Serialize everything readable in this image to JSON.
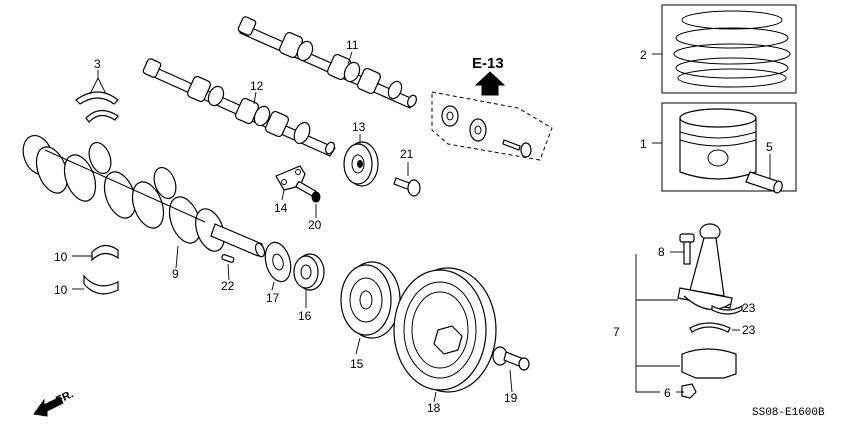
{
  "reference_label": "E-13",
  "direction_label": "FR.",
  "diagram_code": "SS08-E1600B",
  "callouts": [
    "1",
    "2",
    "3",
    "5",
    "6",
    "7",
    "8",
    "9",
    "10",
    "10",
    "11",
    "12",
    "13",
    "14",
    "15",
    "16",
    "17",
    "18",
    "19",
    "20",
    "21",
    "22",
    "23",
    "23"
  ]
}
